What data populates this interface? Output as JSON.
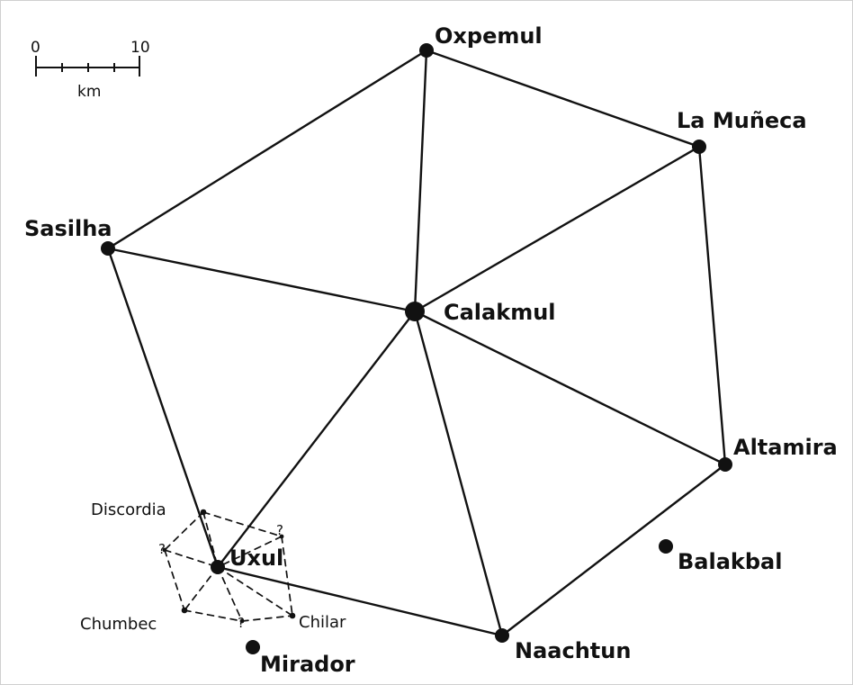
{
  "map": {
    "scale_bar": {
      "start_label": "0",
      "end_label": "10",
      "unit_label": "km"
    },
    "sites": {
      "oxpemul": "Oxpemul",
      "la_muneca": "La Muñeca",
      "sasilha": "Sasilha",
      "calakmul": "Calakmul",
      "altamira": "Altamira",
      "balakbal": "Balakbal",
      "discordia": "Discordia",
      "uxul": "Uxul",
      "chumbec": "Chumbec",
      "chilar": "Chilar",
      "naachtun": "Naachtun",
      "mirador": "Mirador"
    },
    "uncertain_marker": "?"
  }
}
